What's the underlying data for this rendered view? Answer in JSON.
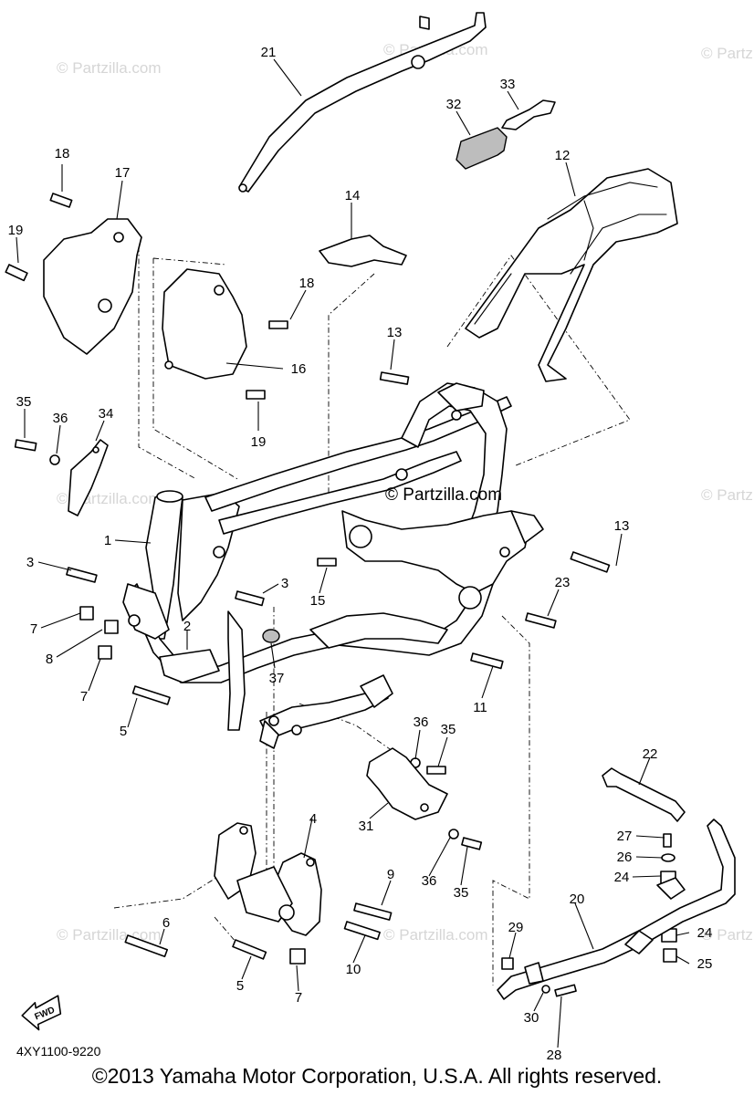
{
  "diagram": {
    "watermark_text": "© Partzilla.com",
    "watermark_center_text": "© Partzilla.com",
    "diagram_code": "4XY1100-9220",
    "copyright": "©2013  Yamaha Motor Corporation, U.S.A. All rights reserved.",
    "fwd_label": "FWD",
    "callouts": [
      {
        "id": "c21",
        "text": "21"
      },
      {
        "id": "c33",
        "text": "33"
      },
      {
        "id": "c32",
        "text": "32"
      },
      {
        "id": "c12",
        "text": "12"
      },
      {
        "id": "c18a",
        "text": "18"
      },
      {
        "id": "c17",
        "text": "17"
      },
      {
        "id": "c14",
        "text": "14"
      },
      {
        "id": "c19a",
        "text": "19"
      },
      {
        "id": "c18b",
        "text": "18"
      },
      {
        "id": "c16",
        "text": "16"
      },
      {
        "id": "c13a",
        "text": "13"
      },
      {
        "id": "c19b",
        "text": "19"
      },
      {
        "id": "c35a",
        "text": "35"
      },
      {
        "id": "c36a",
        "text": "36"
      },
      {
        "id": "c34",
        "text": "34"
      },
      {
        "id": "c1",
        "text": "1"
      },
      {
        "id": "c13b",
        "text": "13"
      },
      {
        "id": "c3a",
        "text": "3"
      },
      {
        "id": "c3b",
        "text": "3"
      },
      {
        "id": "c15",
        "text": "15"
      },
      {
        "id": "c23",
        "text": "23"
      },
      {
        "id": "c7a",
        "text": "7"
      },
      {
        "id": "c2",
        "text": "2"
      },
      {
        "id": "c8",
        "text": "8"
      },
      {
        "id": "c37",
        "text": "37"
      },
      {
        "id": "c7b",
        "text": "7"
      },
      {
        "id": "c11",
        "text": "11"
      },
      {
        "id": "c5a",
        "text": "5"
      },
      {
        "id": "c36b",
        "text": "36"
      },
      {
        "id": "c35b",
        "text": "35"
      },
      {
        "id": "c22",
        "text": "22"
      },
      {
        "id": "c31",
        "text": "31"
      },
      {
        "id": "c4",
        "text": "4"
      },
      {
        "id": "c27",
        "text": "27"
      },
      {
        "id": "c26",
        "text": "26"
      },
      {
        "id": "c9",
        "text": "9"
      },
      {
        "id": "c36c",
        "text": "36"
      },
      {
        "id": "c35c",
        "text": "35"
      },
      {
        "id": "c24a",
        "text": "24"
      },
      {
        "id": "c20",
        "text": "20"
      },
      {
        "id": "c6",
        "text": "6"
      },
      {
        "id": "c29",
        "text": "29"
      },
      {
        "id": "c24b",
        "text": "24"
      },
      {
        "id": "c10",
        "text": "10"
      },
      {
        "id": "c5b",
        "text": "5"
      },
      {
        "id": "c7c",
        "text": "7"
      },
      {
        "id": "c25",
        "text": "25"
      },
      {
        "id": "c30",
        "text": "30"
      },
      {
        "id": "c28",
        "text": "28"
      }
    ]
  }
}
